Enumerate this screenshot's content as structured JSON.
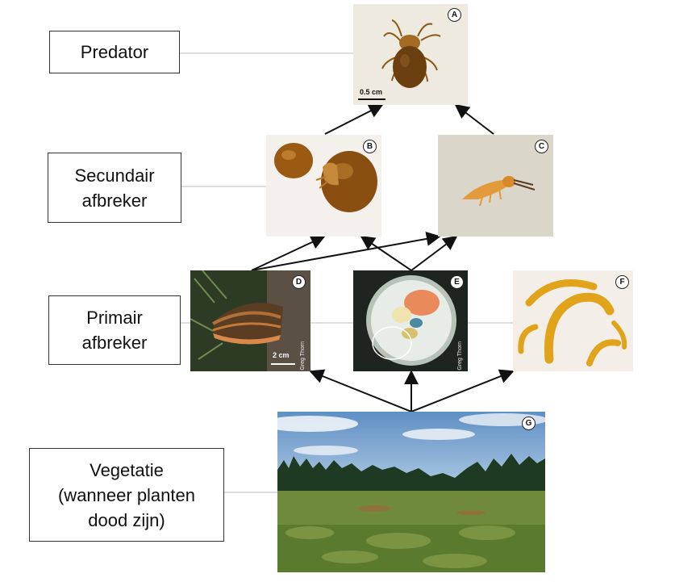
{
  "labels": {
    "predator": "Predator",
    "secondary": "Secundair\nafbreker",
    "primary": "Primair\nafbreker",
    "vegetation": "Vegetatie\n(wanneer planten\ndood zijn)"
  },
  "photos": {
    "a": {
      "badge": "A",
      "scale": "0.5 cm"
    },
    "b": {
      "badge": "B"
    },
    "c": {
      "badge": "C"
    },
    "d": {
      "badge": "D",
      "scale": "2 cm",
      "credit": "Greg Thorn"
    },
    "e": {
      "badge": "E",
      "credit": "Greg Thorn"
    },
    "f": {
      "badge": "F"
    },
    "g": {
      "badge": "G"
    }
  },
  "colors": {
    "arrow": "#111111",
    "connector": "#bbbbbb"
  }
}
